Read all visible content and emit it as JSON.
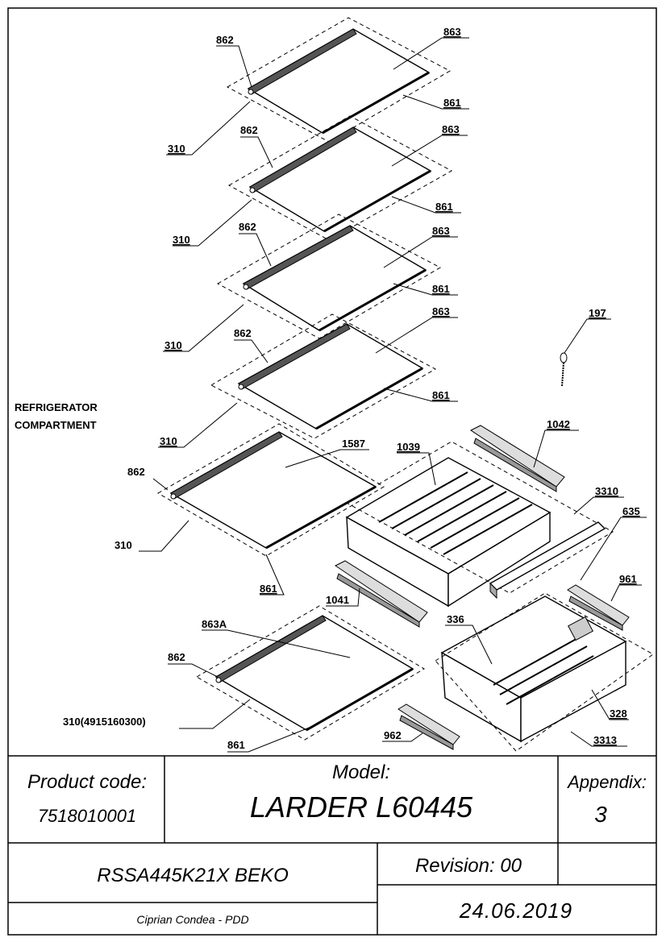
{
  "labels": {
    "l_862_1": "862",
    "l_863_1": "863",
    "l_861_1": "861",
    "l_310_1": "310",
    "l_862_2": "862",
    "l_863_2": "863",
    "l_861_2": "861",
    "l_310_2": "310",
    "l_862_3": "862",
    "l_863_3": "863",
    "l_861_3": "861",
    "l_310_3": "310",
    "l_862_4": "862",
    "l_863_4": "863",
    "l_861_4": "861",
    "l_310_4": "310",
    "l_197": "197",
    "l_1042": "1042",
    "l_1039": "1039",
    "l_1587": "1587",
    "l_862_5": "862",
    "l_310_5": "310",
    "l_861_5": "861",
    "l_3310": "3310",
    "l_635": "635",
    "l_1041": "1041",
    "l_961": "961",
    "l_863A": "863A",
    "l_862_6": "862",
    "l_336": "336",
    "l_328": "328",
    "l_310_6": "310(4915160300)",
    "l_861_6": "861",
    "l_962": "962",
    "l_3313": "3313"
  },
  "compartment": {
    "line1": "REFRIGERATOR",
    "line2": "COMPARTMENT"
  },
  "title_block": {
    "product_code_label": "Product code:",
    "product_code": "7518010001",
    "model_label": "Model:",
    "model": "LARDER L60445",
    "appendix_label": "Appendix:",
    "appendix": "3",
    "product_name": "RSSA445K21X BEKO",
    "revision": "Revision: 00",
    "author": "Ciprian Condea - PDD",
    "date": "24.06.2019"
  }
}
